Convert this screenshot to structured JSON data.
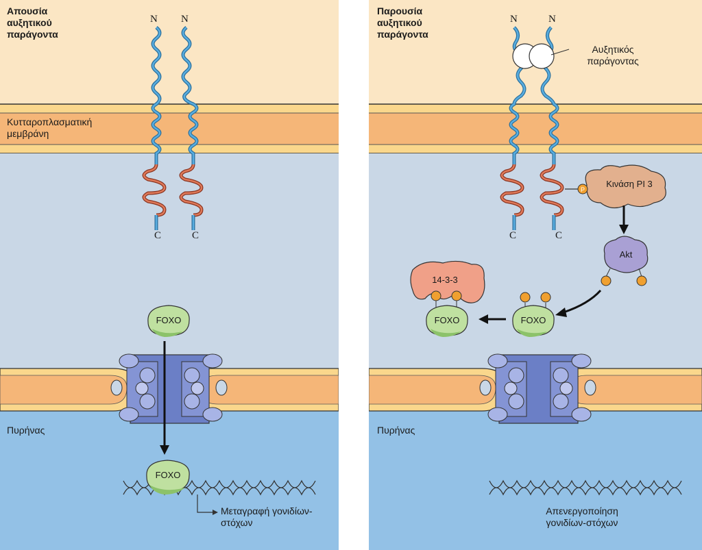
{
  "left_panel": {
    "condition_label": "Απουσία αυξητικού παράγοντα",
    "membrane_label": "Κυτταροπλασματική μεμβράνη",
    "nucleus_label": "Πυρήνας",
    "n_label_1": "N",
    "n_label_2": "N",
    "c_label_1": "C",
    "c_label_2": "C",
    "foxo_cytoplasm": "FOXO",
    "foxo_dna": "FOXO",
    "outcome": "Μεταγραφή γονιδίων-στόχων"
  },
  "right_panel": {
    "condition_label": "Παρουσία αυξητικού παράγοντα",
    "growth_factor_label": "Αυξητικός παράγοντας",
    "membrane_label": "",
    "nucleus_label": "Πυρήνας",
    "n_label_1": "N",
    "n_label_2": "N",
    "c_label_1": "C",
    "c_label_2": "C",
    "pi3k_label": "Κινάση PI 3",
    "akt_label": "Akt",
    "protein_1433_label": "14-3-3",
    "foxo_phosphorylated": "FOXO",
    "foxo_bound": "FOXO",
    "phospho_label": "P",
    "outcome": "Απενεργοποίηση γονιδίων-στόχων"
  },
  "colors": {
    "extracellular": "#fbe6c4",
    "membrane_core": "#f5b678",
    "membrane_edge": "#fad78c",
    "cytoplasm": "#c9d7e6",
    "nucleus": "#93c1e6",
    "receptor_blue": "#3b8fc4",
    "receptor_red": "#c9553a",
    "pore": "#6b7fc6",
    "foxo": "#bfe0a0",
    "akt": "#a9a0d4",
    "pi3k": "#e2b08e",
    "protein_1433": "#f0a088",
    "phosphate": "#f0a030"
  }
}
